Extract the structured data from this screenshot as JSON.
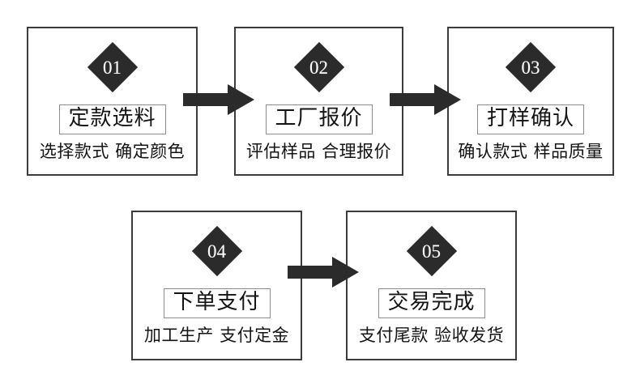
{
  "diagram": {
    "type": "process-flow",
    "orientation": "left-to-right, two rows",
    "step_count": 5,
    "colors": {
      "background": "#ffffff",
      "box_border": "#3c3c3c",
      "diamond_fill": "#2b2b2b",
      "diamond_text": "#ffffff",
      "title_frame_border": "#8c8c8c",
      "text": "#141414",
      "arrow_fill": "#2b2b2b"
    },
    "steps": [
      {
        "number": "01",
        "title": "定款选料",
        "subtitle": "选择款式 确定颜色"
      },
      {
        "number": "02",
        "title": "工厂报价",
        "subtitle": "评估样品 合理报价"
      },
      {
        "number": "03",
        "title": "打样确认",
        "subtitle": "确认款式 样品质量"
      },
      {
        "number": "04",
        "title": "下单支付",
        "subtitle": "加工生产 支付定金"
      },
      {
        "number": "05",
        "title": "交易完成",
        "subtitle": "支付尾款 验收发货"
      }
    ],
    "connectors": [
      {
        "name": "arrow-01-to-02",
        "from": "01",
        "to": "02",
        "direction": "right"
      },
      {
        "name": "arrow-02-to-03",
        "from": "02",
        "to": "03",
        "direction": "right"
      },
      {
        "name": "arrow-04-to-05",
        "from": "04",
        "to": "05",
        "direction": "right"
      }
    ]
  }
}
